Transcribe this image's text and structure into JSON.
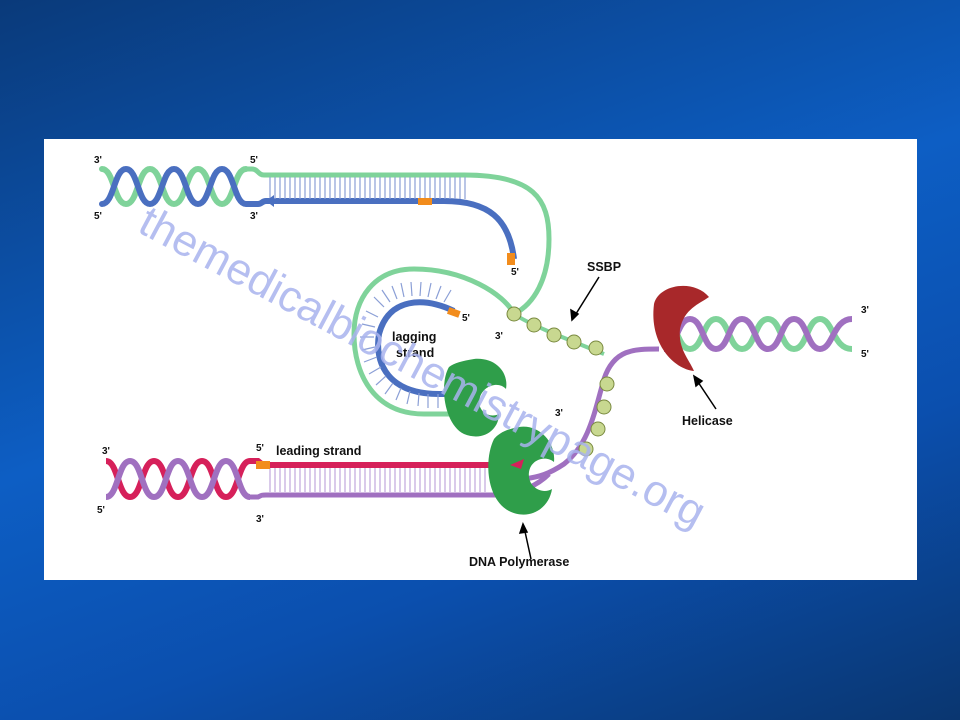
{
  "labels": {
    "ssbp": "SSBP",
    "helicase": "Helicase",
    "dna_polymerase": "DNA Polymerase",
    "leading_strand": "leading strand",
    "lagging_strand_1": "lagging",
    "lagging_strand_2": "strand"
  },
  "ends": {
    "top_left_upper": "3'",
    "top_left_lower": "5'",
    "top_mid_upper": "5'",
    "top_mid_lower": "3'",
    "okazaki_top": "5'",
    "okazaki_loop": "5'",
    "loop_three": "3'",
    "fork_three": "3'",
    "right_upper": "3'",
    "right_lower": "5'",
    "bottom_left_upper": "3'",
    "bottom_left_lower": "5'",
    "leading_five": "5'",
    "leading_three": "3'"
  },
  "watermark": "themedicalbiochemistrypage.org",
  "colors": {
    "background": "#0d5ec4",
    "green_strand": "#7fd39a",
    "blue_strand": "#4a6fc0",
    "purple_strand": "#a070c0",
    "magenta_strand": "#d6205a",
    "primer": "#f28c1c",
    "polymerase": "#2f9e4a",
    "helicase": "#a8282a",
    "ssbp": "#c8d890"
  }
}
